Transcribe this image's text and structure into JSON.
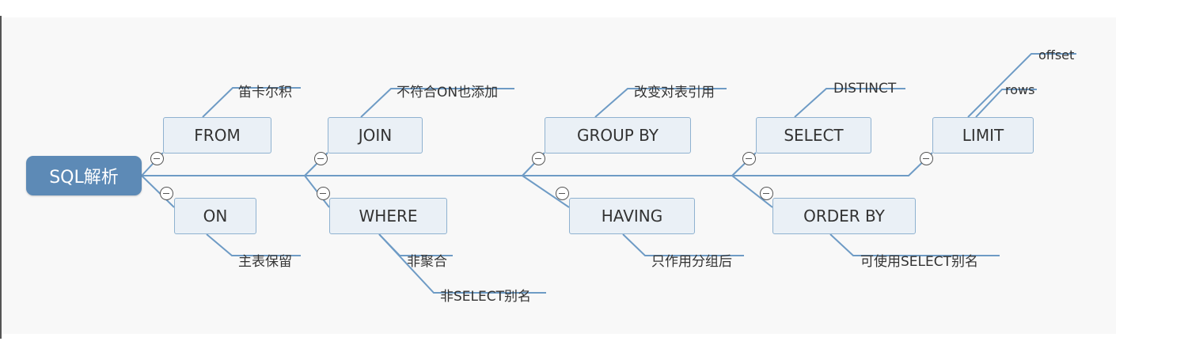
{
  "root": {
    "label": "SQL解析"
  },
  "nodes": {
    "from": {
      "label": "FROM",
      "note": "笛卡尔积"
    },
    "on": {
      "label": "ON",
      "note": "主表保留"
    },
    "join": {
      "label": "JOIN",
      "note": "不符合ON也添加"
    },
    "where": {
      "label": "WHERE",
      "notes": [
        "非聚合",
        "非SELECT别名"
      ]
    },
    "group_by": {
      "label": "GROUP BY",
      "note": "改变对表引用"
    },
    "having": {
      "label": "HAVING",
      "note": "只作用分组后"
    },
    "select": {
      "label": "SELECT",
      "note": "DISTINCT"
    },
    "order_by": {
      "label": "ORDER BY",
      "note": "可使用SELECT别名"
    },
    "limit": {
      "label": "LIMIT",
      "notes": [
        "offset",
        "rows"
      ]
    }
  },
  "colors": {
    "root_fill": "#5d8ab6",
    "node_fill": "#eaf0f6",
    "node_border": "#8fb2d0",
    "connector": "#6e9bc5"
  }
}
